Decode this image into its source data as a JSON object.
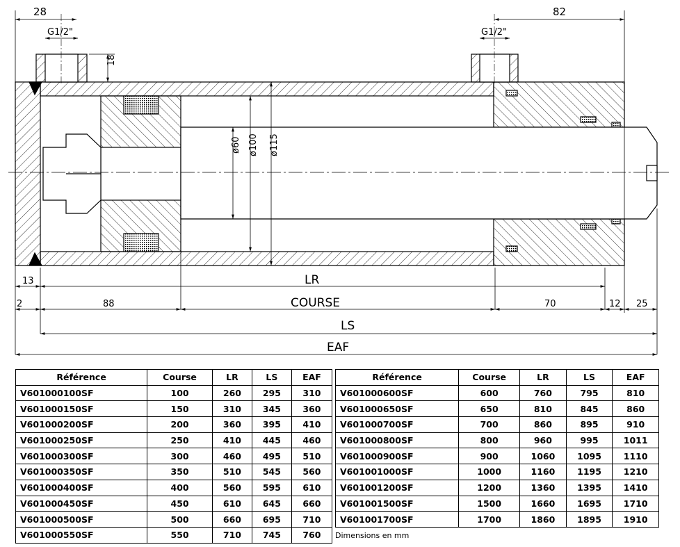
{
  "drawing": {
    "dims": {
      "left_top": "28",
      "right_top": "82",
      "port_left": "G1/2\"",
      "port_right": "G1/2\"",
      "port_height": "18",
      "rod_dia": "ø60",
      "piston_dia": "ø100",
      "outer_dia": "ø115",
      "cap_13": "13",
      "lr": "LR",
      "d2": "2",
      "d88": "88",
      "course": "COURSE",
      "d70": "70",
      "d12": "12",
      "d25": "25",
      "ls": "LS",
      "eaf": "EAF"
    }
  },
  "table": {
    "headers": [
      "Référence",
      "Course",
      "LR",
      "LS",
      "EAF"
    ],
    "left_rows": [
      [
        "V601000100SF",
        "100",
        "260",
        "295",
        "310"
      ],
      [
        "V601000150SF",
        "150",
        "310",
        "345",
        "360"
      ],
      [
        "V601000200SF",
        "200",
        "360",
        "395",
        "410"
      ],
      [
        "V601000250SF",
        "250",
        "410",
        "445",
        "460"
      ],
      [
        "V601000300SF",
        "300",
        "460",
        "495",
        "510"
      ],
      [
        "V601000350SF",
        "350",
        "510",
        "545",
        "560"
      ],
      [
        "V601000400SF",
        "400",
        "560",
        "595",
        "610"
      ],
      [
        "V601000450SF",
        "450",
        "610",
        "645",
        "660"
      ],
      [
        "V601000500SF",
        "500",
        "660",
        "695",
        "710"
      ],
      [
        "V601000550SF",
        "550",
        "710",
        "745",
        "760"
      ]
    ],
    "right_rows": [
      [
        "V601000600SF",
        "600",
        "760",
        "795",
        "810"
      ],
      [
        "V601000650SF",
        "650",
        "810",
        "845",
        "860"
      ],
      [
        "V601000700SF",
        "700",
        "860",
        "895",
        "910"
      ],
      [
        "V601000800SF",
        "800",
        "960",
        "995",
        "1011"
      ],
      [
        "V601000900SF",
        "900",
        "1060",
        "1095",
        "1110"
      ],
      [
        "V601001000SF",
        "1000",
        "1160",
        "1195",
        "1210"
      ],
      [
        "V601001200SF",
        "1200",
        "1360",
        "1395",
        "1410"
      ],
      [
        "V601001500SF",
        "1500",
        "1660",
        "1695",
        "1710"
      ],
      [
        "V601001700SF",
        "1700",
        "1860",
        "1895",
        "1910"
      ]
    ],
    "note": "Dimensions en mm"
  }
}
